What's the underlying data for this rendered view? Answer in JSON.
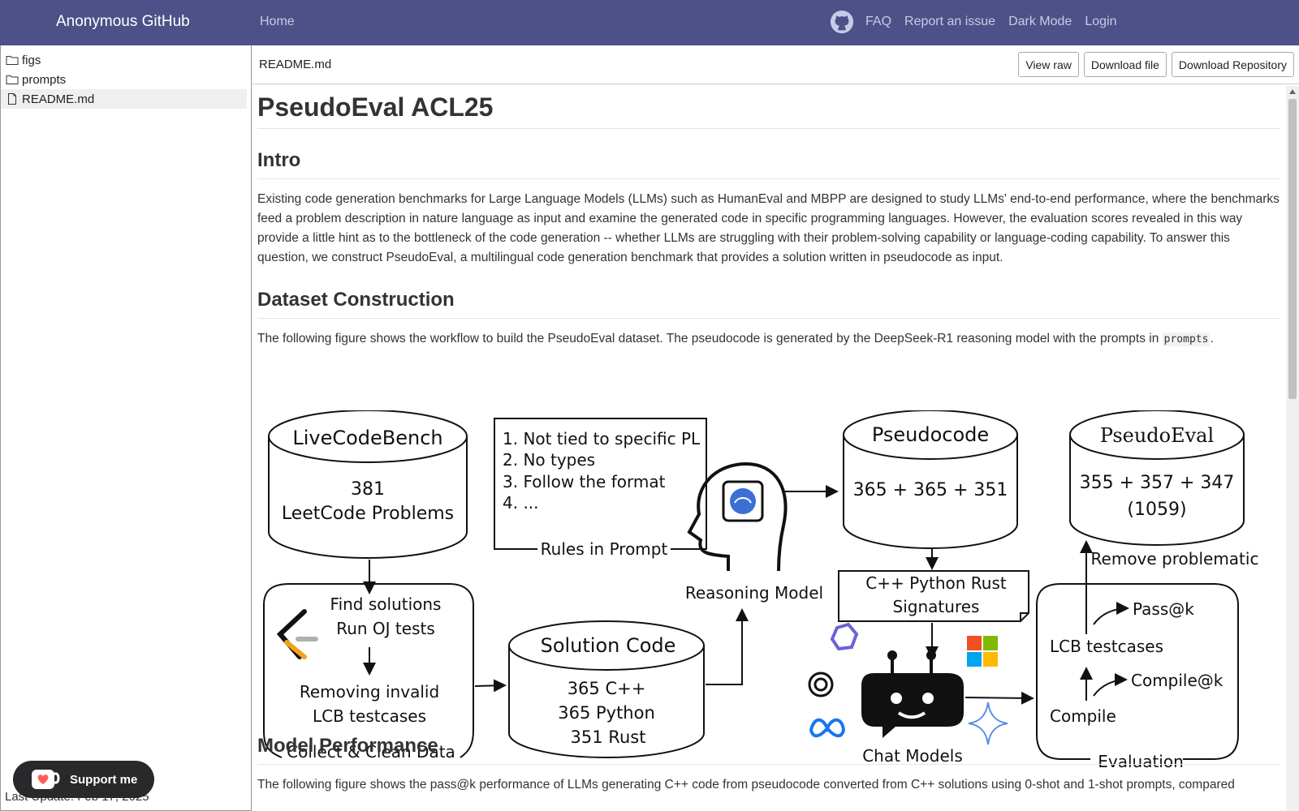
{
  "nav": {
    "brand": "Anonymous GitHub",
    "home": "Home",
    "links": [
      "FAQ",
      "Report an issue",
      "Dark Mode",
      "Login"
    ]
  },
  "sidebar": {
    "items": [
      {
        "label": "figs",
        "type": "folder"
      },
      {
        "label": "prompts",
        "type": "folder"
      },
      {
        "label": "README.md",
        "type": "file",
        "selected": true
      }
    ],
    "last_update": "Last Update: Feb 17, 2025",
    "support_label": "Support me"
  },
  "file": {
    "name": "README.md",
    "buttons": [
      "View raw",
      "Download file",
      "Download Repository"
    ]
  },
  "readme": {
    "title": "PseudoEval ACL25",
    "intro_heading": "Intro",
    "intro_text": "Existing code generation benchmarks for Large Language Models (LLMs) such as HumanEval and MBPP are designed to study LLMs' end-to-end performance, where the benchmarks feed a problem description in nature language as input and examine the generated code in specific programming languages. However, the evaluation scores revealed in this way provide a little hint as to the bottleneck of the code generation -- whether LLMs are struggling with their problem-solving capability or language-coding capability. To answer this question, we construct PseudoEval, a multilingual code generation benchmark that provides a solution written in pseudocode as input.",
    "dataset_heading": "Dataset Construction",
    "dataset_text": "The following figure shows the workflow to build the PseudoEval dataset. The pseudocode is generated by the DeepSeek-R1 reasoning model with the prompts in ",
    "dataset_code": "prompts",
    "dataset_end": ".",
    "perf_heading": "Model Performance",
    "perf_text": "The following figure shows the pass@k performance of LLMs generating C++ code from pseudocode converted from C++ solutions using 0-shot and 1-shot prompts, compared"
  },
  "figure": {
    "livecodebench_title": "LiveCodeBench",
    "livecodebench_count": "381",
    "livecodebench_sub": "LeetCode Problems",
    "rules": [
      "1.   Not tied to specific PL",
      "2.   No types",
      "3.   Follow the format",
      "4.   ..."
    ],
    "rules_label": "Rules in Prompt",
    "pseudocode_title": "Pseudocode",
    "pseudocode_counts": "365 + 365 + 351",
    "pseudoeval_title": "PseudoEval",
    "pseudoeval_counts": "355 + 357 + 347",
    "pseudoeval_total": "(1059)",
    "find_solutions": "Find solutions",
    "run_oj": "Run OJ tests",
    "removing": "Removing invalid",
    "lcb_testcases": "LCB testcases",
    "collect_label": "Collect & Clean Data",
    "solution_title": "Solution Code",
    "solution_cpp": "365 C++",
    "solution_py": "365 Python",
    "solution_rust": "351 Rust",
    "reasoning_label": "Reasoning Model",
    "sig_langs": "C++      Python      Rust",
    "sig_label": "Signatures",
    "chat_label": "Chat Models",
    "remove_problematic": "Remove problematic",
    "passk": "Pass@k",
    "lcb_tc": "LCB  testcases",
    "compilek": "Compile@k",
    "compile": "Compile",
    "evaluation_label": "Evaluation"
  }
}
